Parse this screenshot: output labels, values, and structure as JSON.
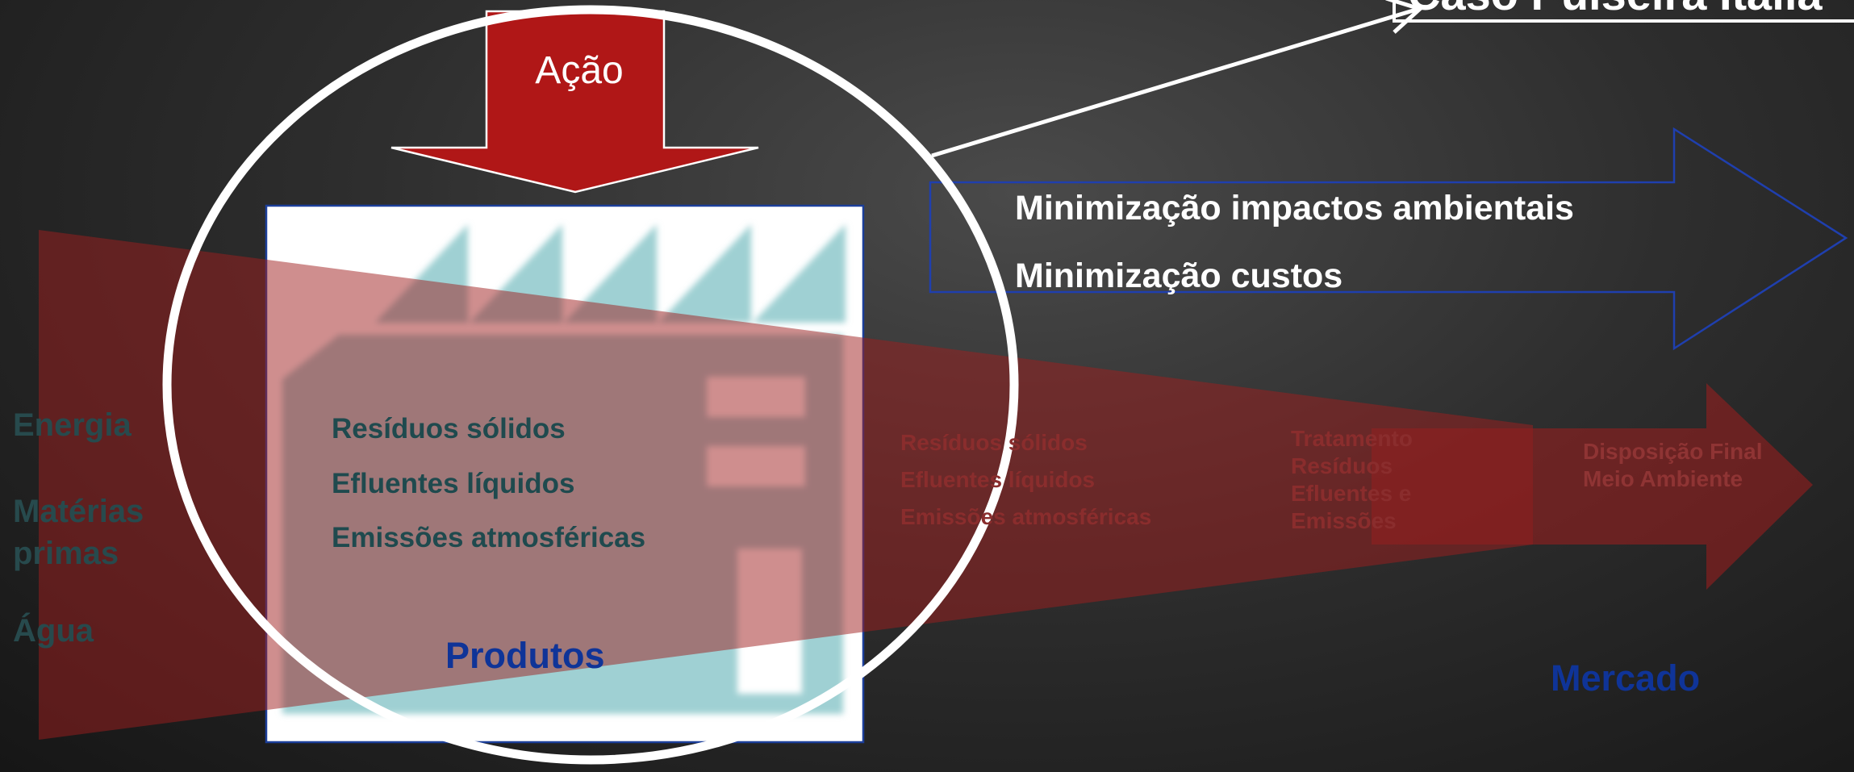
{
  "action_label": "Ação",
  "top_right_title": "Caso Pulseira Itália",
  "goals": [
    "Minimização impactos ambientais",
    "Minimização custos"
  ],
  "inputs": [
    "Energia",
    "Matérias\nprimas",
    "Água"
  ],
  "factory_outputs": [
    "Resíduos sólidos",
    "Efluentes líquidos",
    "Emissões atmosféricas"
  ],
  "products_label": "Produtos",
  "flow_outputs": [
    "Resíduos sólidos",
    "Efluentes líquidos",
    "Emissões atmosféricas"
  ],
  "treatment_label": "Tratamento\nResíduos\nEfluentes e\nEmissões",
  "final_disposal_label": "Disposição Final\nMeio Ambiente",
  "market_label": "Mercado",
  "colors": {
    "action_arrow": "#b01717",
    "blue_outline": "#1f3fae",
    "flow_red": "#a01d1d",
    "factory_teal": "#9fd0d3",
    "text_blue": "#0f3498"
  }
}
